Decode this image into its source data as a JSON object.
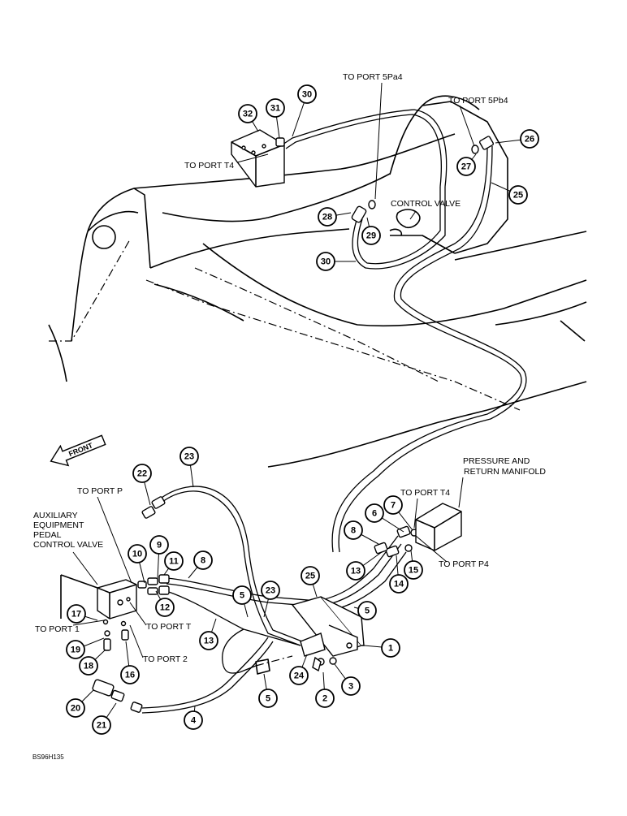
{
  "labels": {
    "to_port_5pa4": "TO PORT 5Pa4",
    "to_port_5pb4": "TO PORT 5Pb4",
    "to_port_t4_top": "TO PORT T4",
    "control_valve": "CONTROL VALVE",
    "front": "FRONT",
    "pressure_manifold_line1": "PRESSURE AND",
    "pressure_manifold_line2": "RETURN MANIFOLD",
    "to_port_t4_right": "TO PORT T4",
    "to_port_p4": "TO PORT P4",
    "to_port_p": "TO PORT P",
    "aux_line1": "AUXILIARY",
    "aux_line2": "EQUIPMENT",
    "aux_line3": "PEDAL",
    "aux_line4": "CONTROL VALVE",
    "to_port_1": "TO PORT 1",
    "to_port_t": "TO PORT T",
    "to_port_2": "TO PORT 2",
    "figure_code": "BS96H135"
  },
  "callouts": [
    "1",
    "2",
    "3",
    "4",
    "5",
    "5",
    "5",
    "6",
    "7",
    "8",
    "8",
    "9",
    "10",
    "11",
    "12",
    "13",
    "13",
    "14",
    "15",
    "16",
    "17",
    "18",
    "19",
    "20",
    "21",
    "22",
    "23",
    "23",
    "24",
    "25",
    "25",
    "26",
    "27",
    "28",
    "29",
    "30",
    "30",
    "31",
    "32"
  ]
}
